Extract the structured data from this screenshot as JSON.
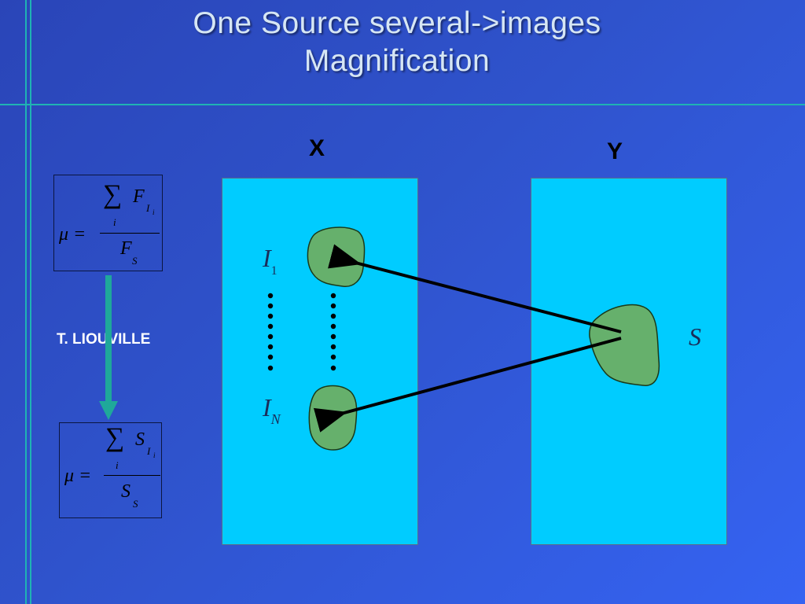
{
  "slide": {
    "title_line1": "One Source several->images",
    "title_line2": "Magnification",
    "credit": "T. LIOUVILLE"
  },
  "formula_top": {
    "lhs": "μ =",
    "sum_symbol": "∑",
    "sum_index": "i",
    "numerator": "F",
    "numerator_sub": "I",
    "numerator_subsub": "i",
    "denominator": "F",
    "denominator_sub": "S"
  },
  "formula_bottom": {
    "lhs": "μ =",
    "sum_symbol": "∑",
    "sum_index": "i",
    "numerator": "S",
    "numerator_sub": "I",
    "numerator_subsub": "i",
    "denominator": "S",
    "denominator_sub": "S"
  },
  "diagram": {
    "left_panel_label": "X",
    "right_panel_label": "Y",
    "image_first": "I",
    "image_first_sub": "1",
    "image_last": "I",
    "image_last_sub": "N",
    "source_label": "S",
    "colors": {
      "panel": "#00ccff",
      "blob": "#66b06c",
      "arrow": "#000000",
      "guide_arrow": "#1fa89a"
    }
  }
}
